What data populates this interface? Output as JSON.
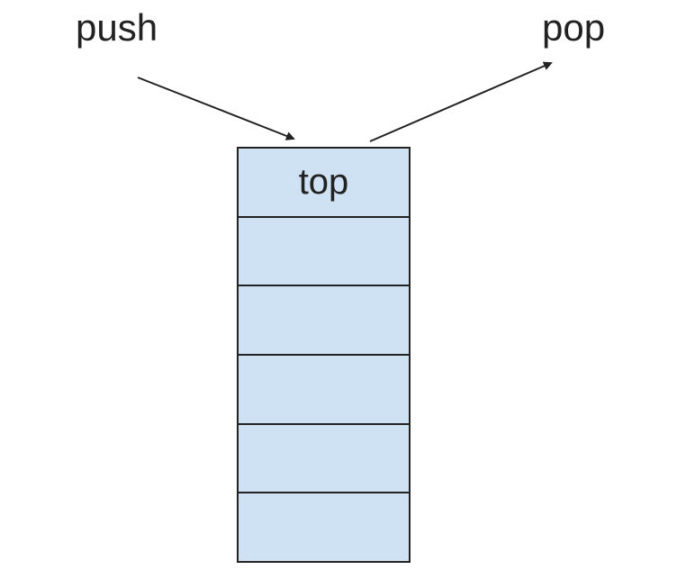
{
  "labels": {
    "push": "push",
    "pop": "pop"
  },
  "stack": {
    "cells": [
      "top",
      "",
      "",
      "",
      "",
      ""
    ]
  },
  "colors": {
    "cell_fill": "#cfe2f3",
    "stroke": "#222222"
  }
}
